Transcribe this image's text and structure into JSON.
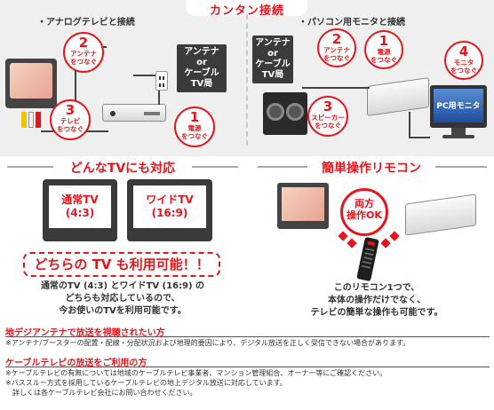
{
  "header": {
    "title": "カンタン接続"
  },
  "analog": {
    "label": "・アナログテレビと接続",
    "antenna_box_lines": [
      "アンテナ",
      "or",
      "ケーブル",
      "TV局"
    ],
    "step_antenna": {
      "num": "2",
      "text_lines": [
        "アンテナ",
        "をつなぐ"
      ]
    },
    "step_tv": {
      "num": "3",
      "text_lines": [
        "テレビ",
        "をつなぐ"
      ]
    },
    "step_power": {
      "num": "1",
      "text_lines": [
        "電源",
        "をつなぐ"
      ]
    }
  },
  "pc": {
    "label": "・パソコン用モニタと接続",
    "antenna_box_lines": [
      "アンテナ",
      "or",
      "ケーブル",
      "TV局"
    ],
    "step_antenna": {
      "num": "2",
      "text_lines": [
        "アンテナ",
        "をつなぐ"
      ]
    },
    "step_power": {
      "num": "1",
      "text_lines": [
        "電源",
        "をつなぐ"
      ]
    },
    "step_monitor": {
      "num": "4",
      "text_lines": [
        "モニタ",
        "をつなぐ"
      ]
    },
    "step_speaker": {
      "num": "3",
      "text_lines": [
        "スピーカー",
        "をつなぐ"
      ]
    },
    "monitor_label": "PC用モニタ"
  },
  "tv_support": {
    "heading": "どんなTVにも対応",
    "tv_normal_lines": [
      "通常TV",
      "(4:3)"
    ],
    "tv_wide_lines": [
      "ワイドTV",
      "(16:9)"
    ],
    "banner": "どちらの TV も利用可能！！",
    "description_lines": [
      "通常のTV (4:3) とワイドTV (16:9) の",
      "どちらも対応しているので、",
      "今お使いのTVを利用可能です。"
    ]
  },
  "remote": {
    "heading": "簡単操作リモコン",
    "bubble_lines": [
      "両方",
      "操作OK"
    ],
    "description_lines": [
      "このリモコン1つで、",
      "本体の操作だけでなく、",
      "テレビの簡単な操作も可能です。"
    ]
  },
  "notes": [
    {
      "heading": "地デジアンテナで放送を視聴されたい方",
      "lines": [
        "※アンテナ/ブースターの配置・配線・分配状況および地理的要因により、デジタル放送を正しく受信できない場合があります。"
      ]
    },
    {
      "heading": "ケーブルテレビの放送をご利用の方",
      "lines": [
        "※ケーブルテレビの有無については地域のケーブルテレビ事業者、マンション管理組合、オーナー等にご確認ください。",
        "※パススルー方式を採用しているケーブルテレビの地上デジタル放送に対応しています。",
        "　詳しくは各ケーブルテレビ会社にお問い合わせください。"
      ]
    }
  ],
  "colors": {
    "accent": "#e8141b",
    "dark": "#3b3b3b",
    "band": "#efefef"
  }
}
